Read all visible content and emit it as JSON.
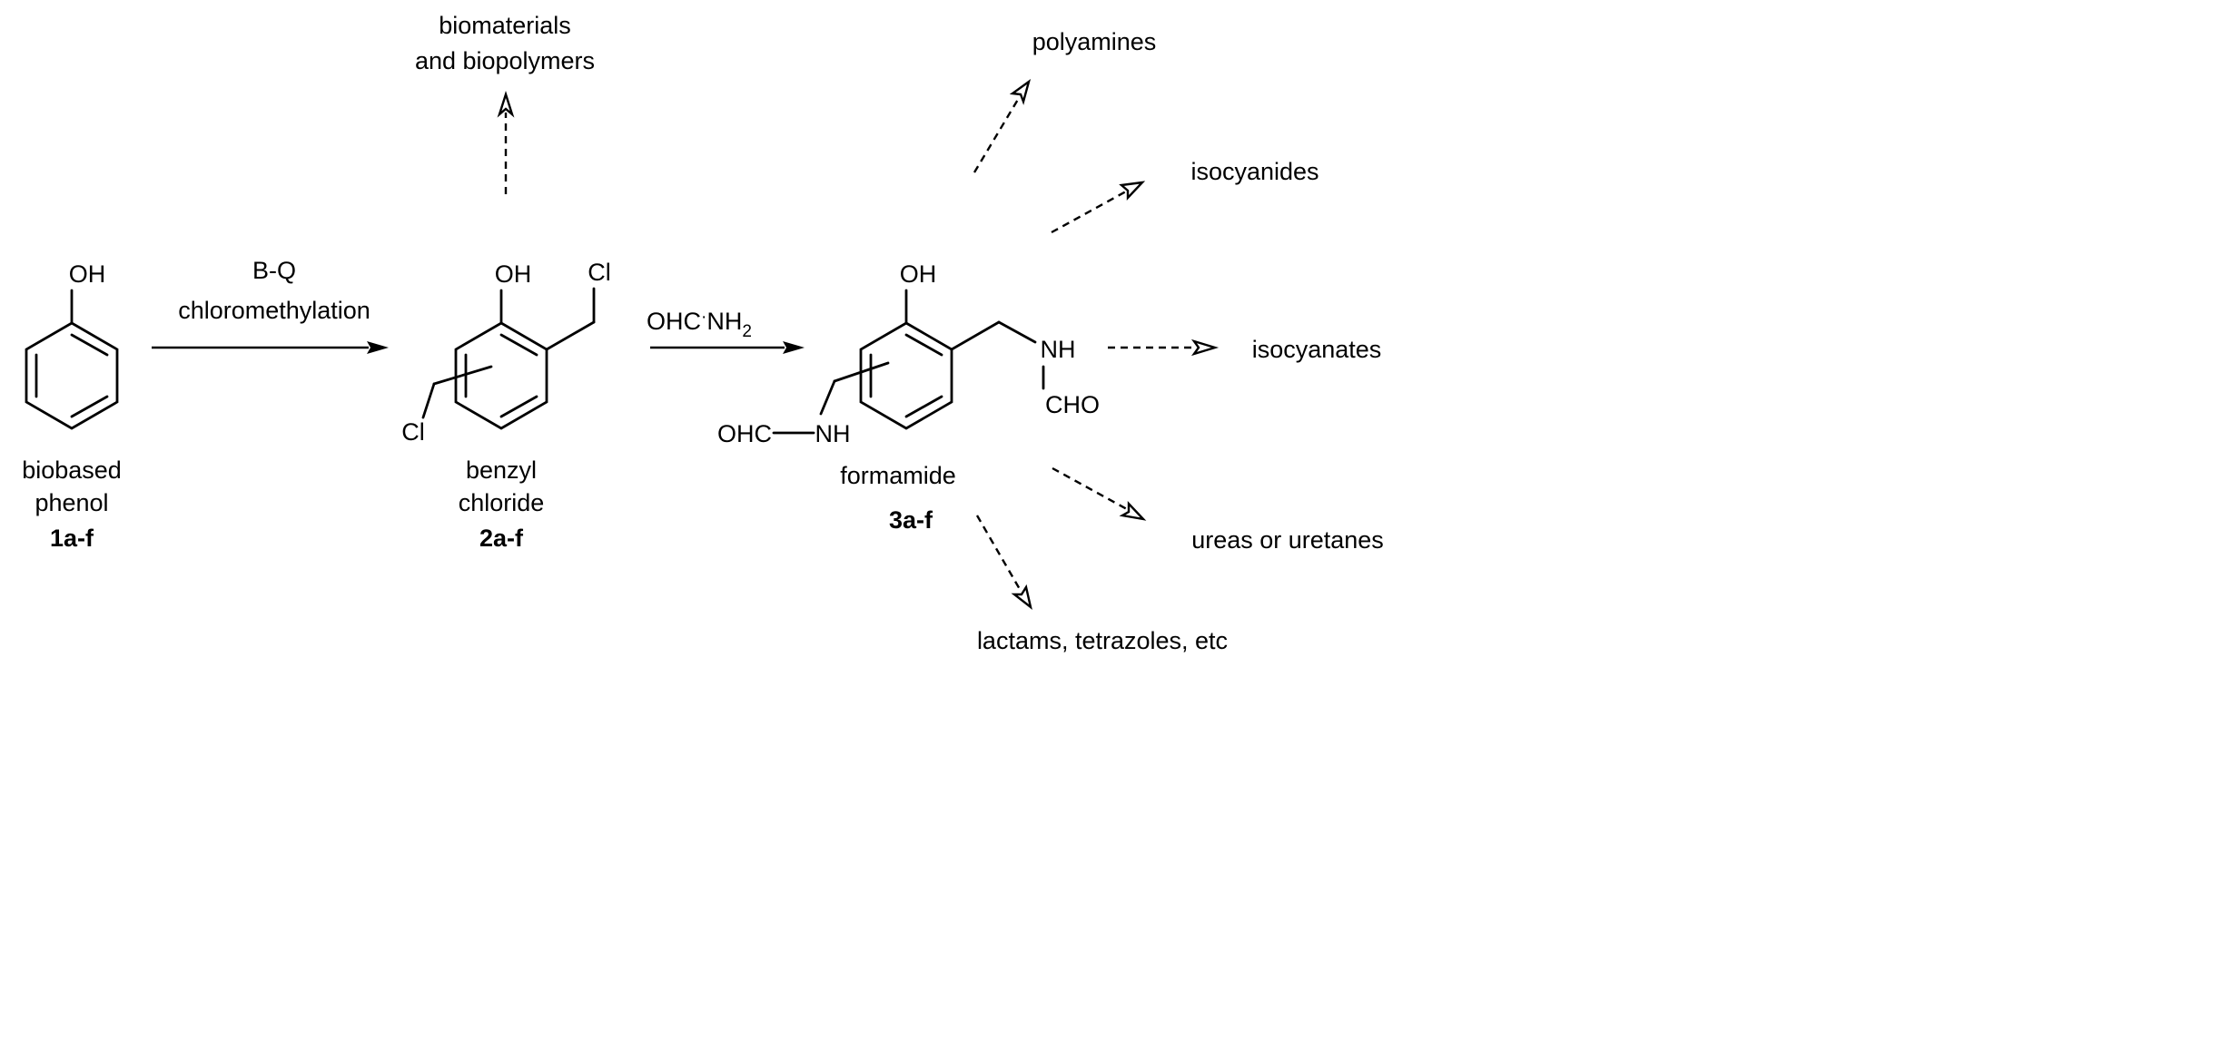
{
  "compounds": {
    "phenol": {
      "oh": "OH",
      "name_line1": "biobased",
      "name_line2": "phenol",
      "id": "1a-f"
    },
    "benzyl_chloride": {
      "oh": "OH",
      "cl_top": "Cl",
      "cl_ring": "Cl",
      "name_line1": "benzyl",
      "name_line2": "chloride",
      "id": "2a-f"
    },
    "formamide": {
      "oh": "OH",
      "nh_side": "NH",
      "cho": "CHO",
      "ohc": "OHC",
      "nh_ring": "NH",
      "name": "formamide",
      "id": "3a-f"
    }
  },
  "reactions": {
    "step1": {
      "line1": "B-Q",
      "line2": "chloromethylation"
    },
    "step2": {
      "reagent": "OHC",
      "dot": "·",
      "nh": "NH",
      "subscript": "2"
    }
  },
  "applications": {
    "from_benzyl_chloride": {
      "line1": "biomaterials",
      "line2": "and biopolymers"
    },
    "polyamines": "polyamines",
    "isocyanides": "isocyanides",
    "isocyanates": "isocyanates",
    "ureas": "ureas or uretanes",
    "lactams": "lactams, tetrazoles, etc"
  }
}
